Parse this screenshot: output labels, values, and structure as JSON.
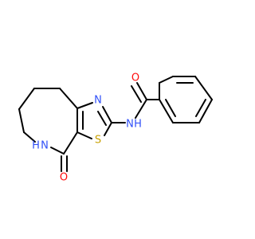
{
  "molecule": {
    "atoms": {
      "oxygen_amide": {
        "symbol": "O",
        "color": "#ff0d0d"
      },
      "nitrogen_amide": {
        "symbol": "N",
        "color": "#3050f8"
      },
      "hydrogen_amide": {
        "symbol": "H",
        "color": "#3050f8"
      },
      "nitrogen_thiazole": {
        "symbol": "N",
        "color": "#3050f8"
      },
      "sulfur_thiazole": {
        "symbol": "S",
        "color": "#c8a000"
      },
      "nitrogen_lactam": {
        "symbol": "N",
        "color": "#3050f8"
      },
      "hydrogen_lactam": {
        "symbol": "H",
        "color": "#3050f8"
      },
      "oxygen_lactam": {
        "symbol": "O",
        "color": "#ff0d0d"
      }
    },
    "bond_color": "#000000",
    "background": "#ffffff"
  }
}
